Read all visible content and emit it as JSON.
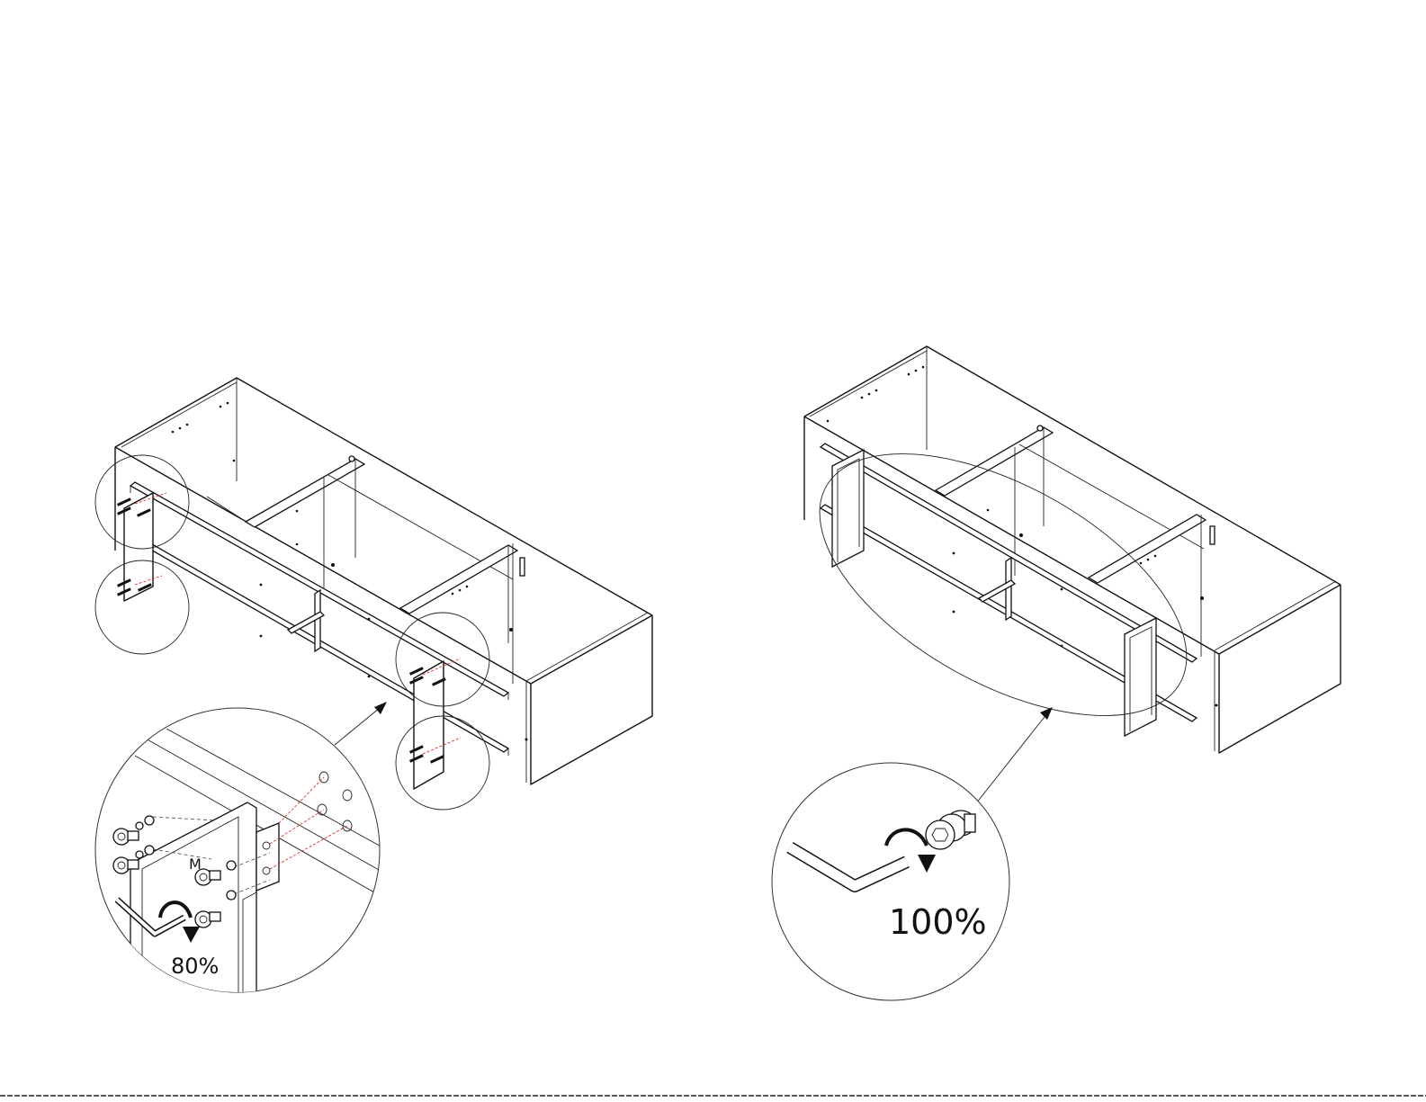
{
  "labels": {
    "step_a_percent": "80%",
    "step_a_part": "M",
    "step_b_percent": "100%"
  }
}
